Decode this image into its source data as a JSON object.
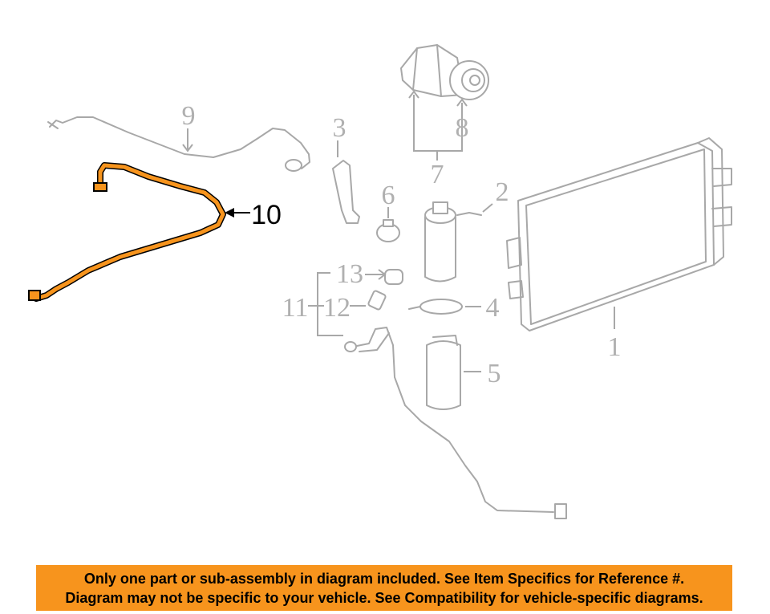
{
  "callouts": {
    "c1": "1",
    "c2": "2",
    "c3": "3",
    "c4": "4",
    "c5": "5",
    "c6": "6",
    "c7": "7",
    "c8": "8",
    "c9": "9",
    "c10": "10",
    "c11": "11",
    "c12": "12",
    "c13": "13"
  },
  "banner": {
    "line1": "Only one part or sub-assembly in diagram included. See Item Specifics for Reference #.",
    "line2": "Diagram may not be specific to your vehicle. See Compatibility for vehicle-specific diagrams."
  },
  "colors": {
    "highlight": "#f7941d",
    "parts_gray": "#a8a8a8",
    "banner": "#f7941d"
  }
}
